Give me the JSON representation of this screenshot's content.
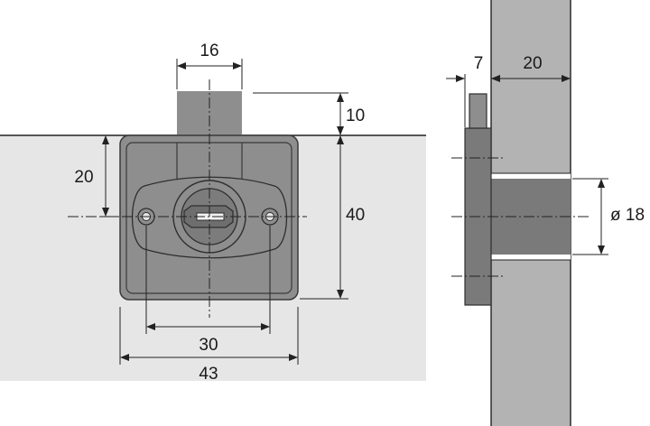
{
  "dimensions": {
    "width_16": "16",
    "height_10": "10",
    "offset_20": "20",
    "height_40": "40",
    "hole_spacing_30": "30",
    "width_43": "43",
    "offset_7": "7",
    "thickness_20": "20",
    "diameter_18": "ø 18"
  },
  "colors": {
    "panel": "#e6e6e6",
    "lock_body": "#8e8e8e",
    "lock_dark": "#6c6c6c",
    "lines": "#222222"
  }
}
